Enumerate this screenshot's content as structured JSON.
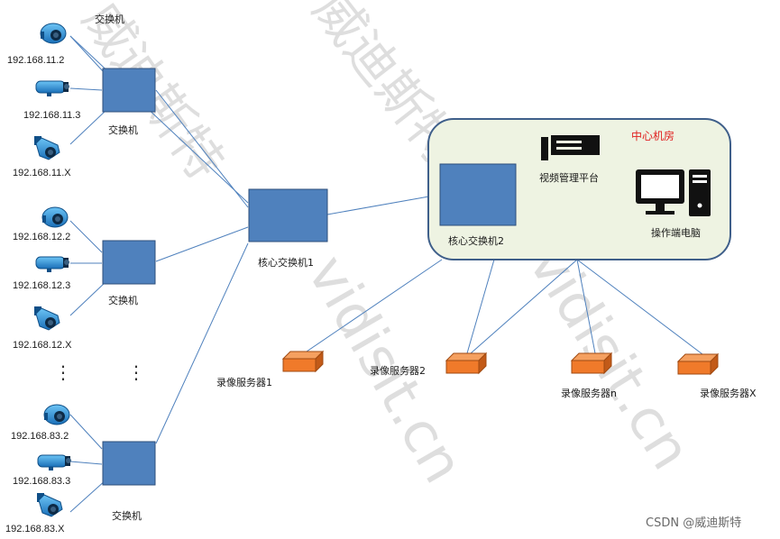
{
  "top_label": "交换机",
  "switches": [
    {
      "label": "交换机"
    },
    {
      "label": "交换机"
    },
    {
      "label": "交换机"
    }
  ],
  "cameras": {
    "group1": [
      "192.168.11.2",
      "192.168.11.3",
      "192.168.11.X"
    ],
    "group2": [
      "192.168.12.2",
      "192.168.12.3",
      "192.168.12.X"
    ],
    "group3": [
      "192.168.83.2",
      "192.168.83.3",
      "192.168.83.X"
    ]
  },
  "core1": {
    "label": "核心交换机1"
  },
  "core2": {
    "label": "核心交换机2"
  },
  "center": {
    "title": "中心机房",
    "title_color": "#e02020",
    "platform_label": "视频管理平台",
    "operator_label": "操作端电脑",
    "bg_color": "#eef3e2",
    "border_color": "#3f5f8a"
  },
  "recorders": [
    {
      "label": "录像服务器1"
    },
    {
      "label": "录像服务器2"
    },
    {
      "label": "录像服务器n"
    },
    {
      "label": "录像服务器X"
    }
  ],
  "ellipsis": "⋮",
  "colors": {
    "switch_fill": "#4f81bd",
    "switch_stroke": "#2e4e7a",
    "line": "#4f81bd",
    "recorder_fill": "#f07a2a",
    "recorder_stroke": "#a04a12",
    "camera_blue": "#2b8fd9"
  },
  "watermark": {
    "cn": "威迪斯特",
    "en": "vidisit.cn"
  },
  "credit": "CSDN @威迪斯特"
}
